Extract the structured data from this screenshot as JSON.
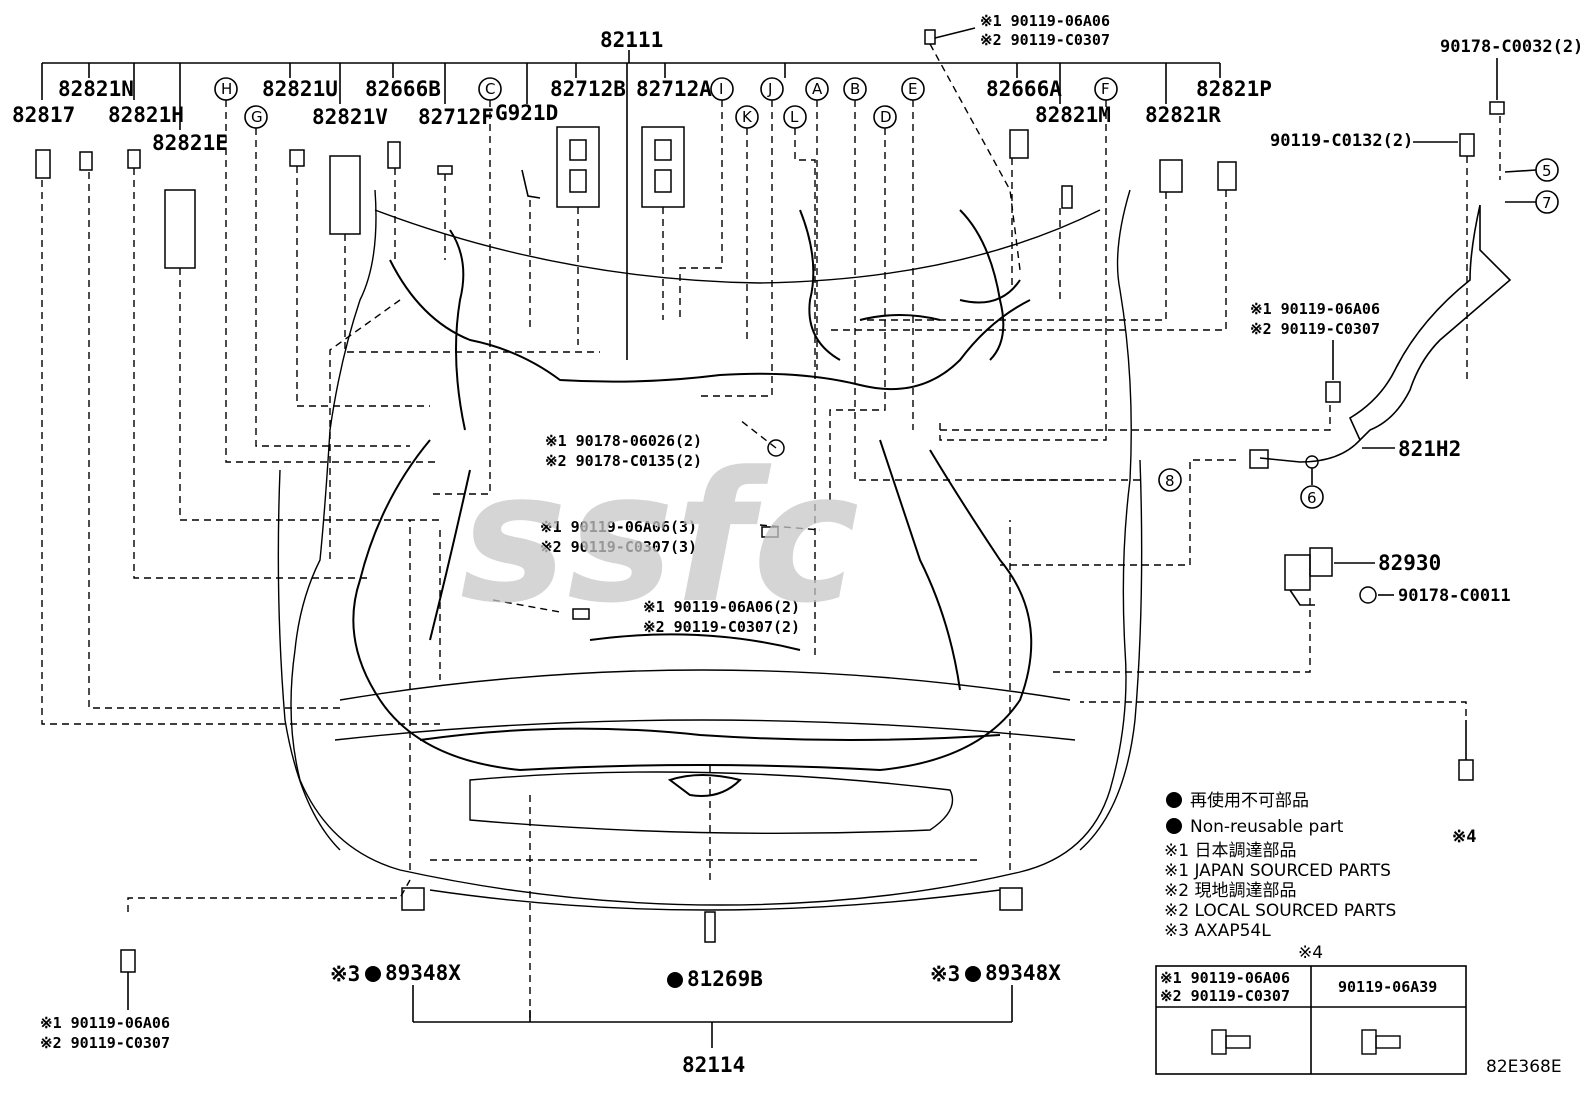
{
  "callouts": {
    "top_harness": "82111",
    "bottom_harness": "82114",
    "p_82817": "82817",
    "p_82821N": "82821N",
    "p_82821H": "82821H",
    "p_82821E": "82821E",
    "p_82821U": "82821U",
    "p_82821V": "82821V",
    "p_82666B": "82666B",
    "p_82712F": "82712F",
    "p_G921D": "G921D",
    "p_82712B": "82712B",
    "p_82712A": "82712A",
    "p_82666A": "82666A",
    "p_82821M": "82821M",
    "p_82821R": "82821R",
    "p_82821P": "82821P",
    "p_821H2": "821H2",
    "p_82930": "82930",
    "p_81269B": "81269B",
    "p_89348X_left": "89348X",
    "p_89348X_right": "89348X",
    "p_90178_C0011": "90178-C0011",
    "p_90178_C0032": "90178-C0032(2)",
    "p_90119_C0132": "90119-C0132(2)"
  },
  "bolt_labels": {
    "top_1": "※1 90119-06A06",
    "top_2": "※2 90119-C0307",
    "right_1": "※1 90119-06A06",
    "right_2": "※2 90119-C0307",
    "mid1_1": "※1 90178-06026(2)",
    "mid1_2": "※2 90178-C0135(2)",
    "mid2_1": "※1 90119-06A06(3)",
    "mid2_2": "※2 90119-C0307(3)",
    "mid3_1": "※1 90119-06A06(2)",
    "mid3_2": "※2 90119-C0307(2)",
    "bl_1": "※1 90119-06A06",
    "bl_2": "※2 90119-C0307",
    "ref4": "※4",
    "ref3_left": "※3",
    "ref3_right": "※3"
  },
  "letters": [
    "H",
    "G",
    "C",
    "I",
    "K",
    "J",
    "L",
    "A",
    "B",
    "D",
    "E",
    "F"
  ],
  "circled_numbers": [
    "5",
    "7",
    "6",
    "8"
  ],
  "legend": {
    "non_reusable_jp": "再使用不可部品",
    "non_reusable_en": "Non-reusable part",
    "note1_jp": "※1 日本調達部品",
    "note1_en": "※1 JAPAN SOURCED PARTS",
    "note2_jp": "※2 現地調達部品",
    "note2_en": "※2 LOCAL SOURCED PARTS",
    "note3": "※3 AXAP54L"
  },
  "table": {
    "title": "※4",
    "col1_row1": "※1 90119-06A06",
    "col1_row2": "※2 90119-C0307",
    "col2": "90119-06A39"
  },
  "diagram_code": "82E368E",
  "watermark": "ssfc",
  "colors": {
    "line": "#000000",
    "watermark": "#c8c8c8",
    "background": "#ffffff"
  }
}
